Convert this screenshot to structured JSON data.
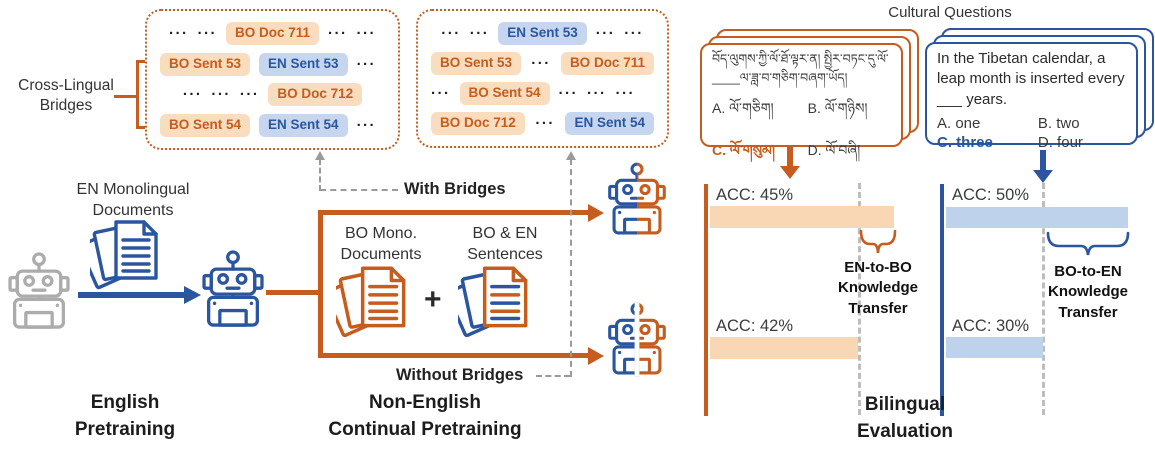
{
  "colors": {
    "orange": "#C65C1D",
    "blue": "#2B569F",
    "chip-orange-bg": "#FADCBE",
    "chip-blue-bg": "#C6D6EE",
    "bar-orange": "#F9D6B4",
    "bar-blue": "#BFD2EC",
    "gray": "#ACACAC",
    "dash-gray": "#BDBDBD",
    "text": "#2E2E2E"
  },
  "tokens": {
    "dots": "···",
    "plus": "+"
  },
  "bridges": {
    "label": "Cross-Lingual Bridges",
    "with_box": {
      "r1_chip": "BO Doc 711",
      "r2_chip1": "BO Sent 53",
      "r2_chip2": "EN Sent 53",
      "r3_chip": "BO Doc 712",
      "r4_chip1": "BO Sent 54",
      "r4_chip2": "EN Sent 54"
    },
    "without_box": {
      "r1_chip": "EN Sent 53",
      "r2_chip1": "BO Sent 53",
      "r2_chip2": "BO Doc 711",
      "r3_chip": "BO Sent 54",
      "r4_chip1": "BO Doc 712",
      "r4_chip2": "EN Sent 54"
    }
  },
  "pretraining": {
    "en_docs_label": "EN Monolingual\nDocuments",
    "caption": "English\nPretraining"
  },
  "continual": {
    "bo_docs_label": "BO Mono.\nDocuments",
    "bo_en_label": "BO & EN\nSentences",
    "with_bridges": "With Bridges",
    "without_bridges": "Without Bridges",
    "caption": "Non-English\nContinual Pretraining"
  },
  "evaluation": {
    "title": "Cultural Questions",
    "caption": "Bilingual\nEvaluation",
    "bo_question": {
      "line1": "བོད་ལུགས་ཀྱི་ལོ་ཐོ་ལྟར་ན། སྤྱིར་བཏང་དུ་ལོ་",
      "line2": "____ལ་ཟླ་བ་གཅིག་བཞག་ཡོད།",
      "option_a": "A. ལོ་གཅིག།",
      "option_b": "B. ལོ་གཉིས།",
      "option_c": "C. ལོ་གསུམ།",
      "option_d": "D. ལོ་བཞི།"
    },
    "en_question": {
      "text": "In the Tibetan calendar, a leap month is inserted every ___ years.",
      "option_a": "A. one",
      "option_b": "B. two",
      "option_c": "C. three",
      "option_d": "D. four"
    },
    "bo_chart": {
      "acc_with": "ACC: 45%",
      "acc_without": "ACC: 42%",
      "transfer_label": "EN-to-BO\nKnowledge\nTransfer"
    },
    "en_chart": {
      "acc_with": "ACC: 50%",
      "acc_without": "ACC: 30%",
      "transfer_label": "BO-to-EN\nKnowledge\nTransfer"
    }
  }
}
